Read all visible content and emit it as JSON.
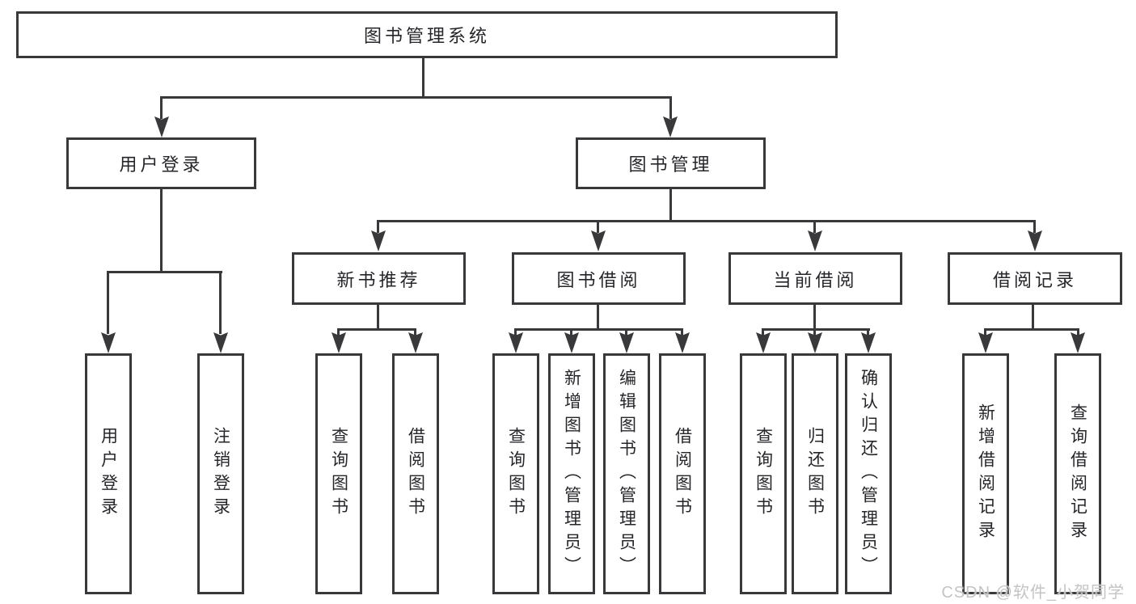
{
  "diagram_title": "图书管理系统",
  "nodes": {
    "root": {
      "label": "图书管理系统"
    },
    "level2": [
      {
        "label": "用户登录",
        "parent": "图书管理系统"
      },
      {
        "label": "图书管理",
        "parent": "图书管理系统"
      }
    ],
    "level3": [
      {
        "label": "新书推荐",
        "parent": "图书管理"
      },
      {
        "label": "图书借阅",
        "parent": "图书管理"
      },
      {
        "label": "当前借阅",
        "parent": "图书管理"
      },
      {
        "label": "借阅记录",
        "parent": "图书管理"
      }
    ],
    "leaves": [
      {
        "label": "用户登录",
        "parent": "用户登录"
      },
      {
        "label": "注销登录",
        "parent": "用户登录"
      },
      {
        "label": "查询图书",
        "parent": "新书推荐"
      },
      {
        "label": "借阅图书",
        "parent": "新书推荐"
      },
      {
        "label": "查询图书",
        "parent": "图书借阅"
      },
      {
        "label": "新增图书（管理员）",
        "parent": "图书借阅"
      },
      {
        "label": "编辑图书（管理员）",
        "parent": "图书借阅"
      },
      {
        "label": "借阅图书",
        "parent": "图书借阅"
      },
      {
        "label": "查询图书",
        "parent": "当前借阅"
      },
      {
        "label": "归还图书",
        "parent": "当前借阅"
      },
      {
        "label": "确认归还（管理员）",
        "parent": "当前借阅"
      },
      {
        "label": "新增借阅记录",
        "parent": "借阅记录"
      },
      {
        "label": "查询借阅记录",
        "parent": "借阅记录"
      }
    ]
  },
  "watermark": {
    "text": "CSDN @软件_小贺同学"
  },
  "colors": {
    "line": "#39393b",
    "text": "#26262a",
    "background": "#ffffff",
    "watermark": "#c4c4c4"
  }
}
